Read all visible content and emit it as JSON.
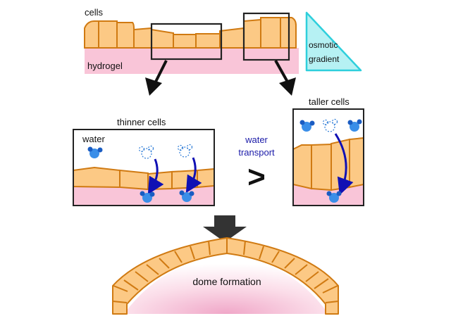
{
  "labels": {
    "cells": "cells",
    "hydrogel": "hydrogel",
    "osmotic_line1": "osmotic",
    "osmotic_line2": "gradient",
    "thinner_cells": "thinner cells",
    "taller_cells": "taller cells",
    "water": "water",
    "water_transport_line1": "water",
    "water_transport_line2": "transport",
    "greater_than": ">",
    "dome_formation": "dome formation"
  },
  "colors": {
    "cell_fill": "#fcc985",
    "cell_stroke": "#d07a12",
    "hydrogel": "#f9c5d8",
    "gradient_fill": "#b6f1f3",
    "gradient_stroke": "#2ecfdc",
    "water_blue": "#3a8ee8",
    "arrow_blue": "#1010b4",
    "transport_text": "#1a1aa8",
    "box_stroke": "#222222"
  }
}
